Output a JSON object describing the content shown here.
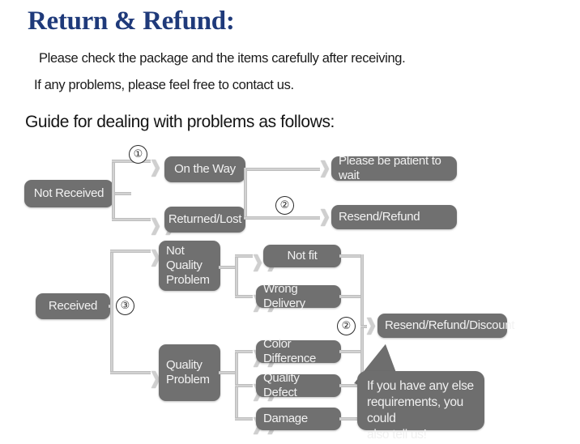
{
  "header": {
    "title": "Return & Refund:",
    "title_color": "#1f3a7a",
    "line1": "Please check the package and the items carefully after receiving.",
    "line2": "If any problems, please feel free to contact us.",
    "guide": "Guide for dealing with problems as follows:"
  },
  "theme": {
    "node_fill": "#707070",
    "node_text": "#f2f2f2",
    "connector": "#d2d2d2",
    "background": "#ffffff"
  },
  "flowchart": {
    "markers": [
      {
        "id": "marker-1",
        "label": "①"
      },
      {
        "id": "marker-2-top",
        "label": "②"
      },
      {
        "id": "marker-3",
        "label": "③"
      },
      {
        "id": "marker-2-bottom",
        "label": "②"
      }
    ],
    "nodes": {
      "not_received": "Not Received",
      "on_the_way": "On the Way",
      "returned_lost": "Returned/Lost",
      "please_wait": "Please be patient to wait",
      "resend_refund": "Resend/Refund",
      "received": "Received",
      "not_quality_problem": "Not\nQuality\nProblem",
      "quality_problem": "Quality\nProblem",
      "not_fit": "Not fit",
      "wrong_delivery": "Wrong Delivery",
      "color_difference": "Color Difference",
      "quality_defect": "Quality Defect",
      "damage": "Damage",
      "resend_refund_discount": "Resend/Refund/Discount"
    },
    "callout": "If you have any else\nrequirements, you could\nalso tell us!",
    "arrow_glyph": "➤"
  }
}
